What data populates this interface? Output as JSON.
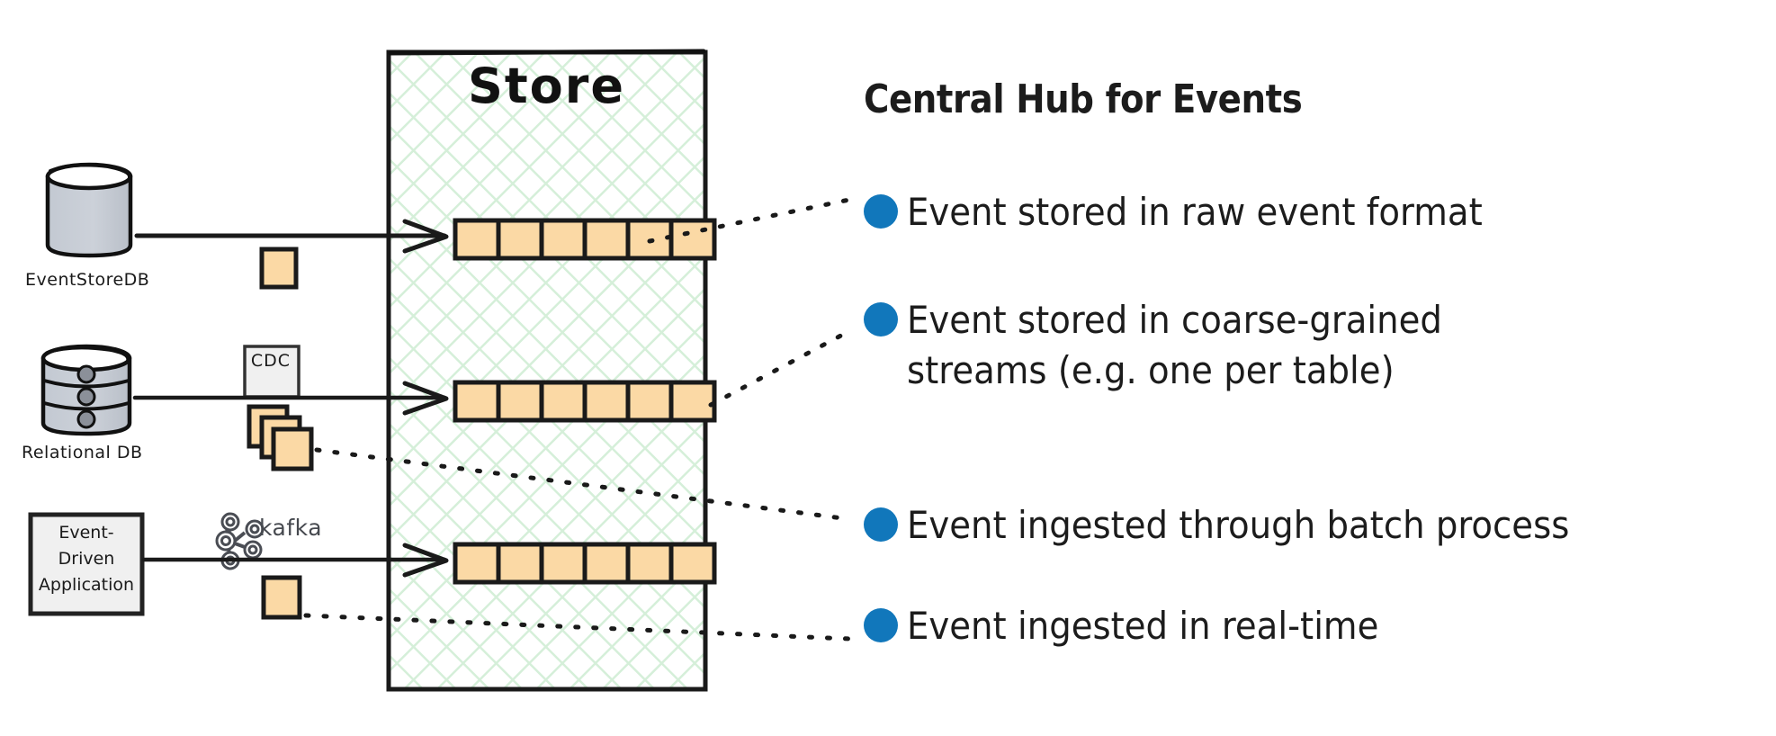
{
  "diagram": {
    "type": "architecture-diagram",
    "background": "#ffffff",
    "store": {
      "title": "Store",
      "fill_pattern": "light-green-crosshatch",
      "pattern_color": "#d8f0dc",
      "border_color": "#1a1a1a",
      "streams": [
        {
          "name": "raw-event-stream",
          "segments": 6,
          "trailing_ellipsis": true
        },
        {
          "name": "coarse-grained-stream",
          "segments": 6,
          "trailing_ellipsis": false
        },
        {
          "name": "realtime-stream",
          "segments": 6,
          "trailing_ellipsis": false
        }
      ],
      "segment_fill": "#fbd9a5",
      "segment_border": "#1a1a1a"
    },
    "sources": [
      {
        "id": "eventstoredb",
        "label": "EventStoreDB",
        "shape": "cylinder",
        "fill": "#ccd1d9",
        "connector": "solid-arrow",
        "payload_icon": "single-event-box"
      },
      {
        "id": "relational-db",
        "label": "Relational DB",
        "shape": "stacked-cylinder",
        "fill": "#ccd1d9",
        "connector": "solid-arrow",
        "middleware_label": "CDC",
        "payload_icon": "stacked-event-boxes"
      },
      {
        "id": "event-driven-application",
        "label": "Event-\nDriven\nApplication",
        "label_lines": [
          "Event-",
          "Driven",
          "Application"
        ],
        "shape": "rectangle-note",
        "fill": "#f0f0f0",
        "connector": "solid-arrow",
        "middleware_label": "kafka",
        "middleware_icon": "kafka-logo",
        "payload_icon": "single-event-box"
      }
    ]
  },
  "panel": {
    "title": "Central Hub for Events",
    "bullet_color": "#1177bb",
    "bullets": [
      {
        "id": "bullet-raw-format",
        "text": "Event stored in raw event format",
        "links_to": "raw-event-stream"
      },
      {
        "id": "bullet-coarse-grained",
        "text": "Event stored in coarse-grained\nstreams (e.g. one per table)",
        "links_to": "coarse-grained-stream"
      },
      {
        "id": "bullet-batch-process",
        "text": "Event ingested through batch process",
        "links_to": "relational-db-payload"
      },
      {
        "id": "bullet-real-time",
        "text": "Event ingested in real-time",
        "links_to": "event-driven-application-payload"
      }
    ]
  }
}
